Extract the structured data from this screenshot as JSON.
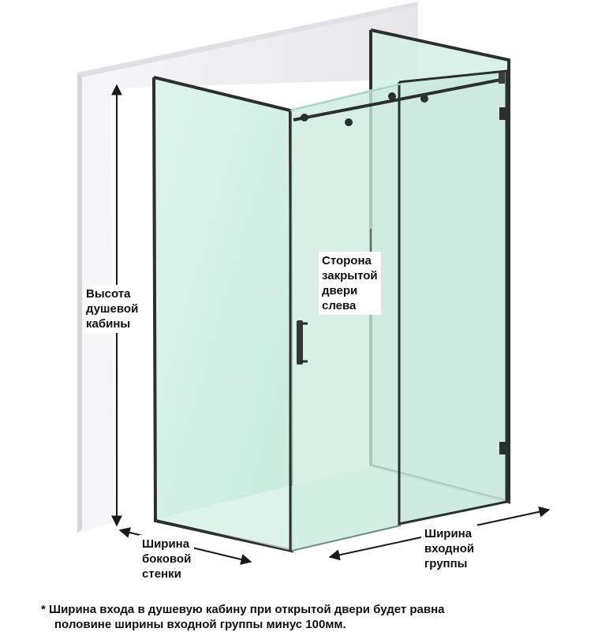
{
  "labels": {
    "height": [
      "Высота",
      "душевой",
      "кабины"
    ],
    "closed_side": [
      "Сторона",
      "закрытой",
      "двери",
      "слева"
    ],
    "side_width": [
      "Ширина",
      "боковой",
      "стенки"
    ],
    "entry_width": [
      "Ширина",
      "входной",
      "группы"
    ]
  },
  "footnote": {
    "line1": "* Ширина входа в душевую кабину при открытой двери будет равна",
    "line2": "половине ширины входной группы минус 100мм."
  },
  "colors": {
    "frame": "#2b2f2e",
    "glass": "#cfeee3",
    "glass_edge": "#a8d9c7",
    "wall": "#f2f2f4",
    "wall_shadow": "#dadadf",
    "arrow": "#1a1a1a"
  }
}
